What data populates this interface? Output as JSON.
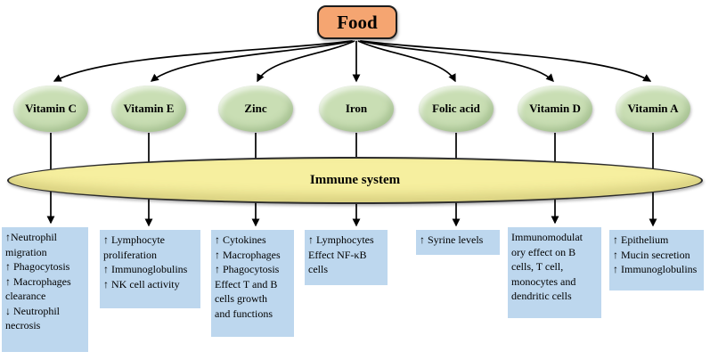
{
  "root": {
    "label": "Food"
  },
  "immune": {
    "label": "Immune system"
  },
  "nutrients": [
    {
      "id": "vitamin-c",
      "label": "Vitamin C",
      "effects": "↑Neutrophil\nmigration\n↑ Phagocytosis\n↑ Macrophages\nclearance\n↓ Neutrophil\nnecrosis"
    },
    {
      "id": "vitamin-e",
      "label": "Vitamin E",
      "effects": "↑ Lymphocyte\nproliferation\n↑ Immunoglobulins\n↑ NK cell activity"
    },
    {
      "id": "zinc",
      "label": "Zinc",
      "effects": "↑ Cytokines\n↑ Macrophages\n↑ Phagocytosis\nEffect T and B\ncells growth\nand functions"
    },
    {
      "id": "iron",
      "label": "Iron",
      "effects": "↑ Lymphocytes\nEffect NF-κB\ncells"
    },
    {
      "id": "folic-acid",
      "label": "Folic acid",
      "effects": "↑ Syrine levels"
    },
    {
      "id": "vitamin-d",
      "label": "Vitamin D",
      "effects": "Immunomodulat\nory effect on B\ncells, T cell,\nmonocytes and\ndendritic cells"
    },
    {
      "id": "vitamin-a",
      "label": "Vitamin A",
      "effects": "↑ Epithelium\n↑ Mucin secretion\n↑ Immunoglobulins"
    }
  ],
  "colors": {
    "food_fill": "#F5A571",
    "nutrient_fill": "#C9DEB4",
    "immune_fill": "#F6EF9F",
    "effect_fill": "#BDD7EE",
    "arrow_color": "#000000"
  }
}
